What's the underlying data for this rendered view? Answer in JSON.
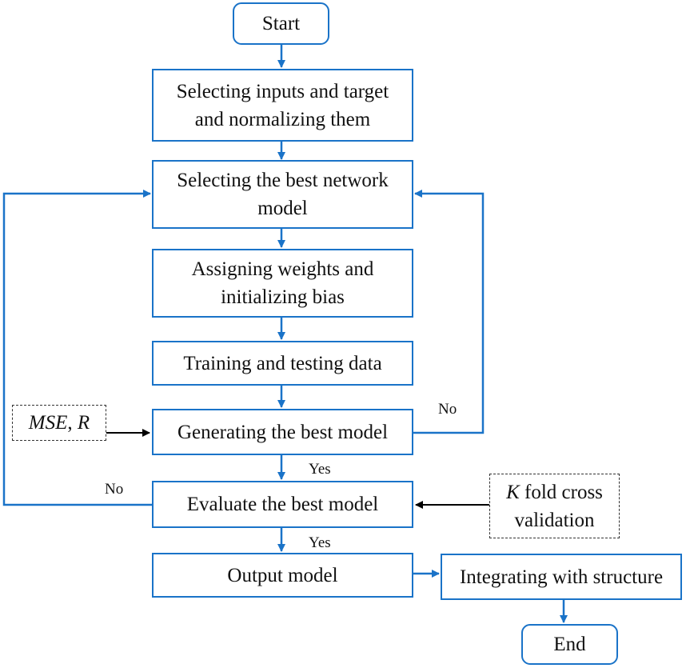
{
  "colors": {
    "flow": "#1a73c8",
    "note_arrow": "#000000",
    "note_border": "#333333"
  },
  "steps": {
    "start": "Start",
    "select_inputs": [
      "Selecting inputs and target",
      "and normalizing them"
    ],
    "select_model": [
      "Selecting the best network",
      "model"
    ],
    "assign_weights": [
      "Assigning weights and",
      "initializing bias"
    ],
    "train_test": "Training and testing data",
    "generate_model": "Generating the best model",
    "evaluate_model": "Evaluate the best model",
    "output_model": "Output model",
    "integrate": "Integrating with structure",
    "end": "End"
  },
  "notes": {
    "metrics": {
      "mse": "MSE",
      "sep": ", ",
      "r": "R"
    },
    "kfold": {
      "k": "K",
      "line1_rest": " fold cross",
      "line2": "validation"
    }
  },
  "labels": {
    "no_right": "No",
    "no_left": "No",
    "yes_generate": "Yes",
    "yes_evaluate": "Yes"
  }
}
